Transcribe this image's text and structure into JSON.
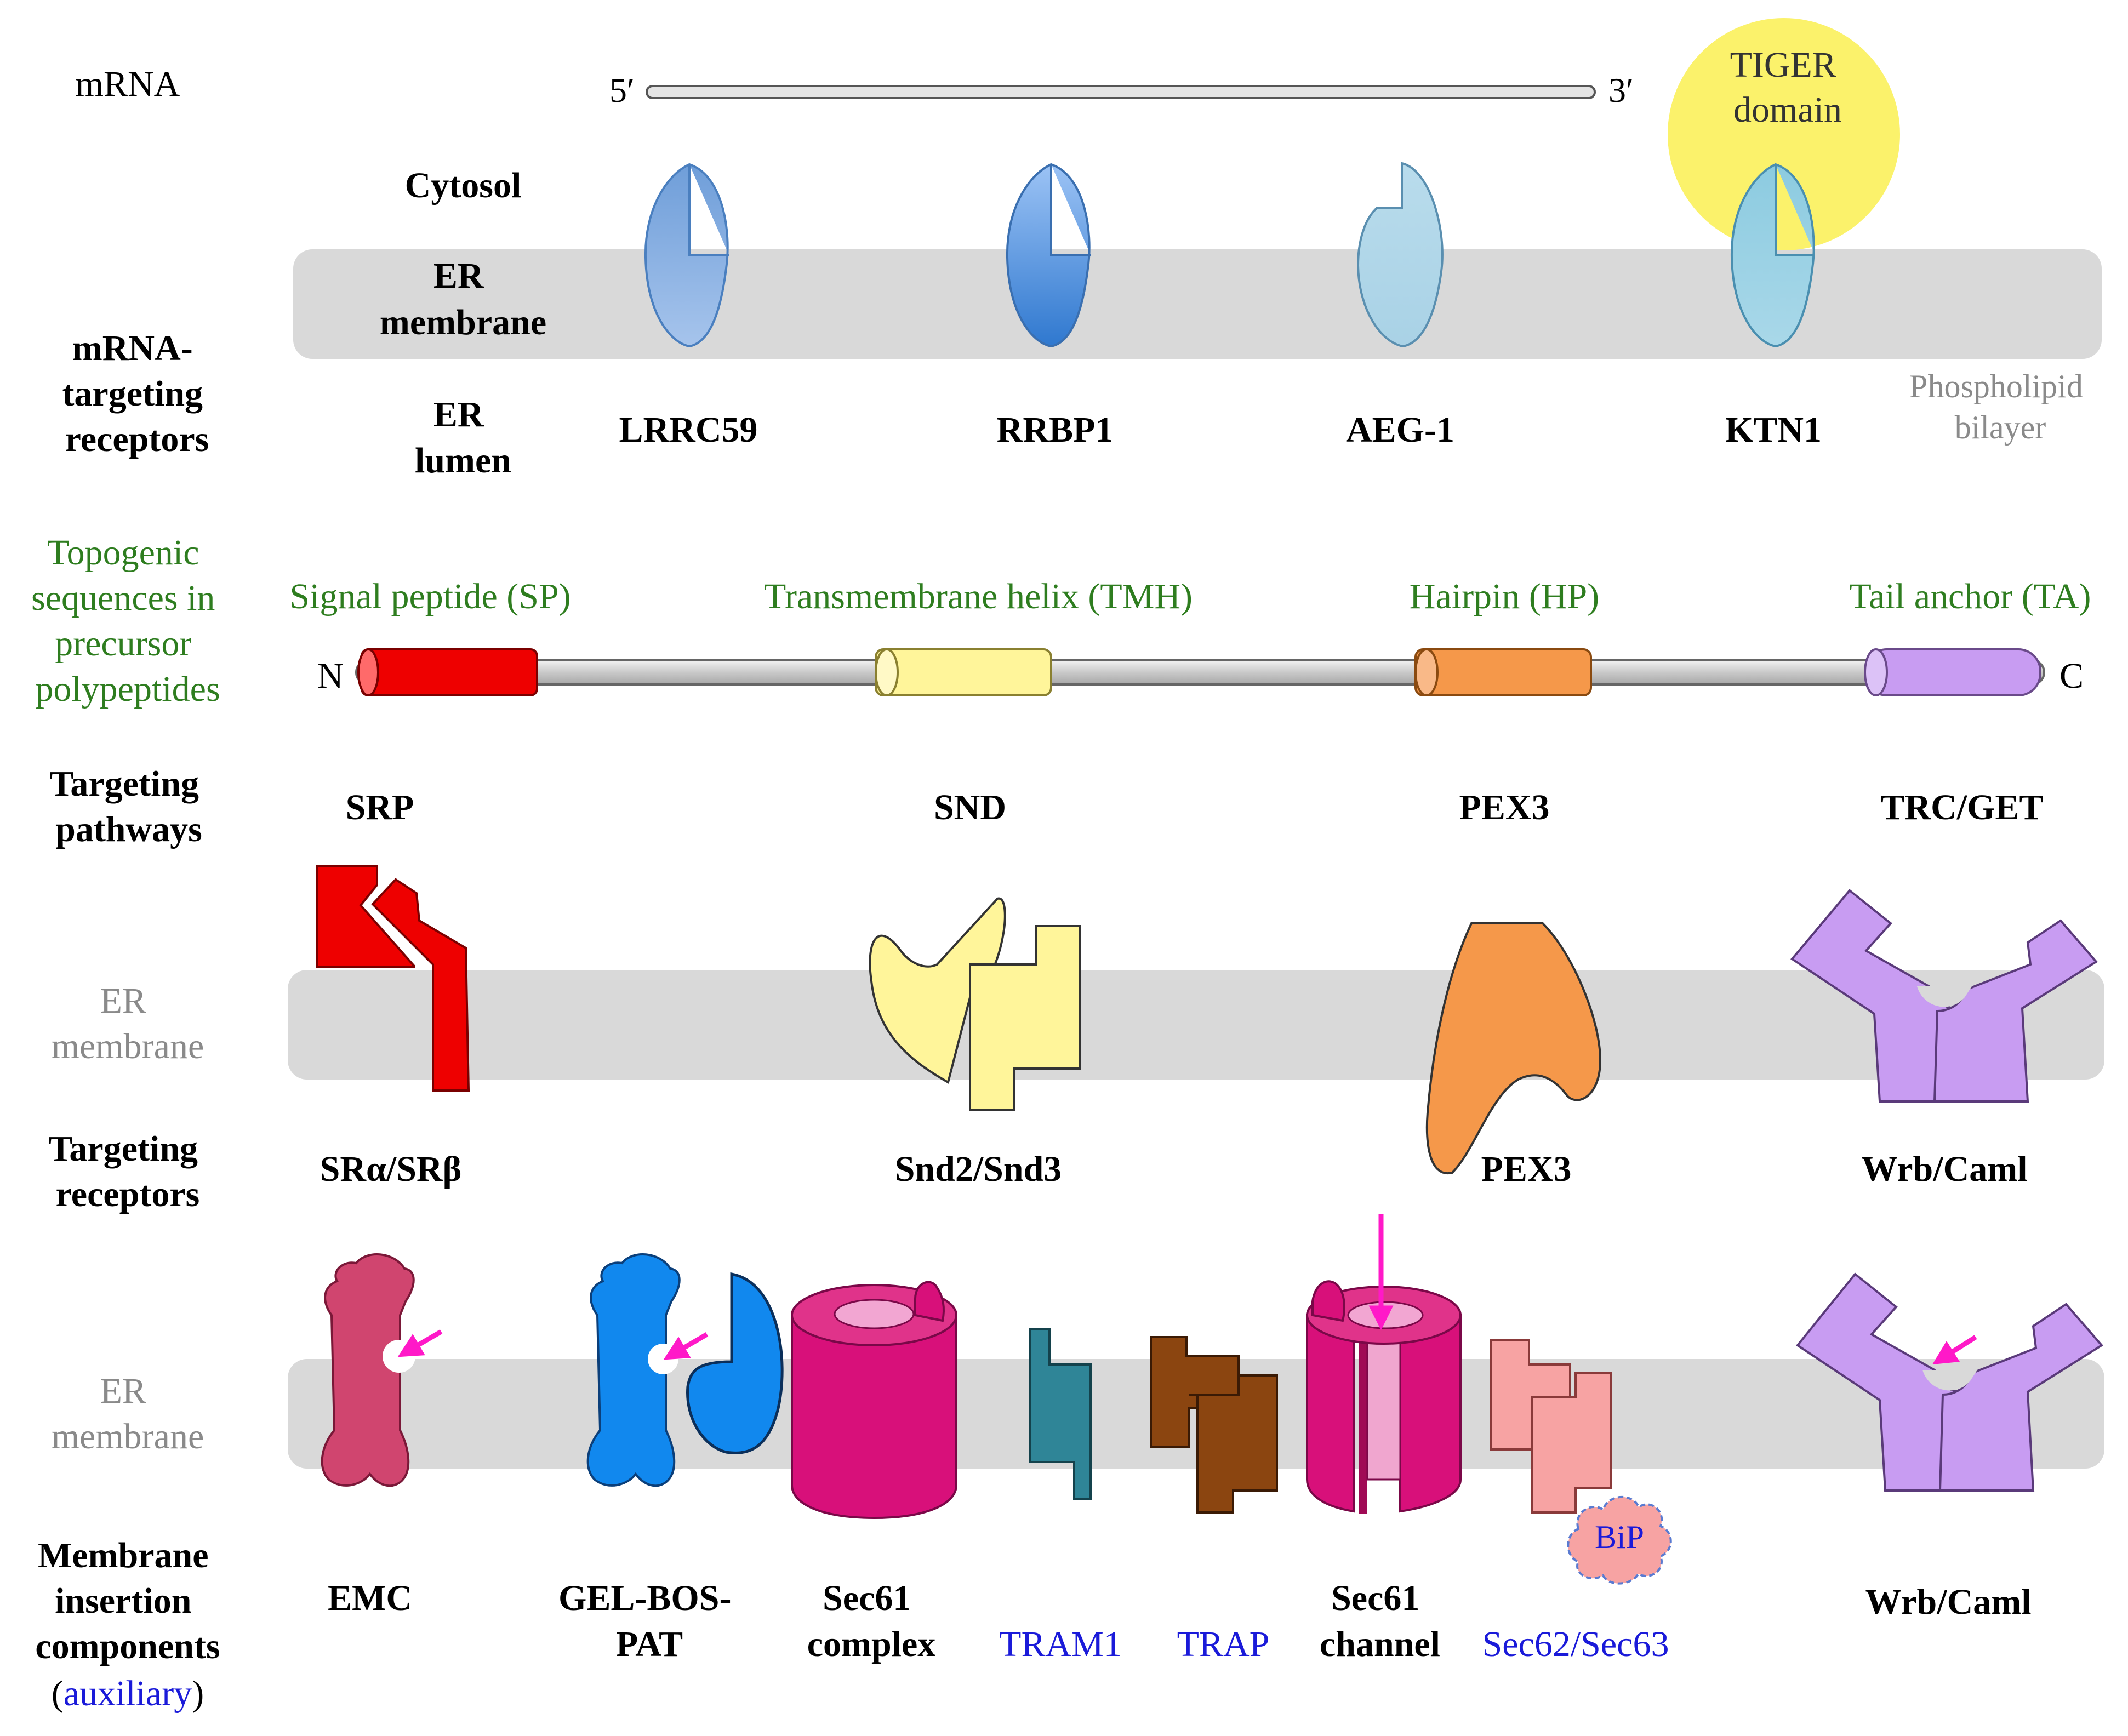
{
  "colors": {
    "membrane": "#d9d9d9",
    "green": "#2e7d1f",
    "blue_label": "#1a1ad9",
    "gray_label": "#8a8a8a",
    "srp": "#ee0000",
    "tmh": "#fff59a",
    "hairpin": "#f5984a",
    "tail": "#c89cf2",
    "emc": "#d0456f",
    "gel": "#1188ee",
    "sec61": "#d8107a",
    "tram": "#2f8597",
    "trap": "#8b4510",
    "sec62": "#f7a3a3",
    "tiger": "#fbf26b",
    "magenta": "#ff19c8"
  },
  "row_labels": {
    "mrna": "mRNA",
    "mrna_targeting": [
      "mRNA-",
      "targeting",
      "receptors"
    ],
    "topogenic": [
      "Topogenic",
      "sequences in",
      "precursor",
      "polypeptides"
    ],
    "targeting_pathways": [
      "Targeting",
      "pathways"
    ],
    "er_membrane_1": [
      "ER",
      "membrane"
    ],
    "targeting_receptors": [
      "Targeting",
      "receptors"
    ],
    "er_membrane_2": [
      "ER",
      "membrane"
    ],
    "membrane_insertion": [
      "Membrane",
      "insertion",
      "components"
    ],
    "auxiliary_open": "(",
    "auxiliary_word": "auxiliary",
    "auxiliary_close": ")"
  },
  "mrna": {
    "five_prime": "5′",
    "three_prime": "3′"
  },
  "compartments": {
    "cytosol": "Cytosol",
    "er_membrane": [
      "ER",
      "membrane"
    ],
    "er_lumen": [
      "ER",
      "lumen"
    ],
    "phospholipid": [
      "Phospholipid",
      "bilayer"
    ]
  },
  "tiger": [
    "TIGER",
    "domain"
  ],
  "mrna_receptors": [
    "LRRC59",
    "RRBP1",
    "AEG-1",
    "KTN1"
  ],
  "topogenic_sequences": {
    "sp": "Signal peptide (SP)",
    "tmh": "Transmembrane helix (TMH)",
    "hp": "Hairpin (HP)",
    "ta": "Tail anchor (TA)",
    "n": "N",
    "c": "C"
  },
  "pathways": [
    "SRP",
    "SND",
    "PEX3",
    "TRC/GET"
  ],
  "targeting_receptors": [
    "SRα/SRβ",
    "Snd2/Snd3",
    "PEX3",
    "Wrb/Caml"
  ],
  "insertion_components": {
    "emc": "EMC",
    "gel": [
      "GEL-BOS-",
      "PAT"
    ],
    "sec61_complex": [
      "Sec61",
      "complex"
    ],
    "tram1": "TRAM1",
    "trap": "TRAP",
    "sec61_channel": [
      "Sec61",
      "channel"
    ],
    "sec62": "Sec62/Sec63",
    "bip": "BiP",
    "wrb": "Wrb/Caml"
  }
}
